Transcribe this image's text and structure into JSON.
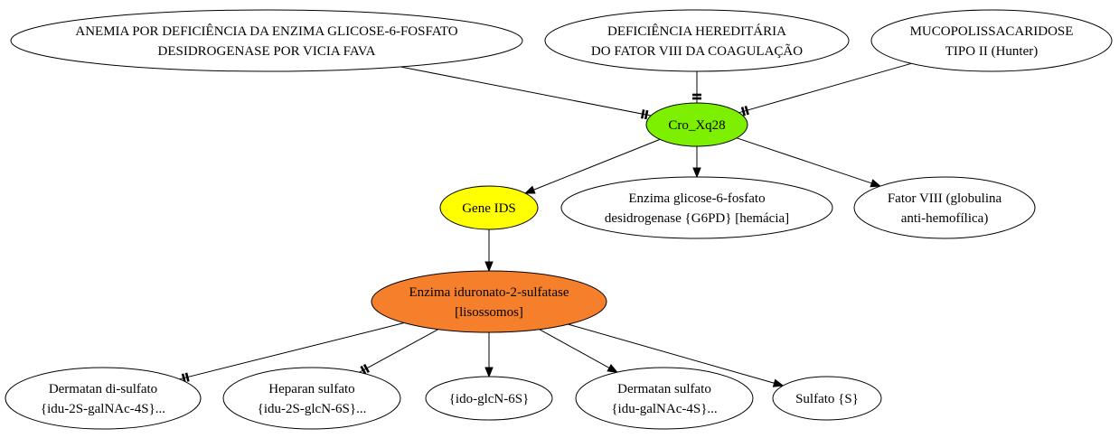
{
  "nodes": {
    "anemia": {
      "lines": [
        "ANEMIA POR DEFICIÊNCIA DA ENZIMA GLICOSE-6-FOSFATO",
        "DESIDROGENASE POR VICIA FAVA"
      ],
      "fill": "#ffffff"
    },
    "hemofilia": {
      "lines": [
        "DEFICIÊNCIA HEREDITÁRIA",
        "DO FATOR VIII DA COAGULAÇÃO"
      ],
      "fill": "#ffffff"
    },
    "hunter": {
      "lines": [
        "MUCOPOLISSACARIDOSE",
        "TIPO II (Hunter)"
      ],
      "fill": "#ffffff"
    },
    "cro": {
      "lines": [
        "Cro_Xq28"
      ],
      "fill": "#7cf000"
    },
    "gene_ids": {
      "lines": [
        "Gene IDS"
      ],
      "fill": "#ffff00"
    },
    "g6pd": {
      "lines": [
        "Enzima glicose-6-fosfato",
        "desidrogenase {G6PD} [hemácia]"
      ],
      "fill": "#ffffff"
    },
    "fator8": {
      "lines": [
        "Fator VIII (globulina",
        "anti-hemofílica)"
      ],
      "fill": "#ffffff"
    },
    "ids_enzyme": {
      "lines": [
        "Enzima iduronato-2-sulfatase",
        "[lisossomos]"
      ],
      "fill": "#f57f2a"
    },
    "dermatan_di": {
      "lines": [
        "Dermatan di-sulfato",
        "{idu-2S-galNAc-4S}..."
      ],
      "fill": "#ffffff"
    },
    "heparan": {
      "lines": [
        "Heparan sulfato",
        "{idu-2S-glcN-6S}..."
      ],
      "fill": "#ffffff"
    },
    "ido_glcn": {
      "lines": [
        "{ido-glcN-6S}"
      ],
      "fill": "#ffffff"
    },
    "dermatan": {
      "lines": [
        "Dermatan sulfato",
        "{idu-galNAc-4S}..."
      ],
      "fill": "#ffffff"
    },
    "sulfato": {
      "lines": [
        "Sulfato {S}"
      ],
      "fill": "#ffffff"
    }
  },
  "edges": [
    {
      "from": "anemia",
      "to": "cro",
      "head": "tee"
    },
    {
      "from": "hemofilia",
      "to": "cro",
      "head": "tee"
    },
    {
      "from": "hunter",
      "to": "cro",
      "head": "tee"
    },
    {
      "from": "cro",
      "to": "gene_ids",
      "head": "arrow"
    },
    {
      "from": "cro",
      "to": "g6pd",
      "head": "arrow"
    },
    {
      "from": "cro",
      "to": "fator8",
      "head": "arrow"
    },
    {
      "from": "gene_ids",
      "to": "ids_enzyme",
      "head": "arrow"
    },
    {
      "from": "ids_enzyme",
      "to": "dermatan_di",
      "head": "tee"
    },
    {
      "from": "ids_enzyme",
      "to": "heparan",
      "head": "tee"
    },
    {
      "from": "ids_enzyme",
      "to": "ido_glcn",
      "head": "arrow"
    },
    {
      "from": "ids_enzyme",
      "to": "dermatan",
      "head": "arrow"
    },
    {
      "from": "ids_enzyme",
      "to": "sulfato",
      "head": "arrow"
    }
  ]
}
